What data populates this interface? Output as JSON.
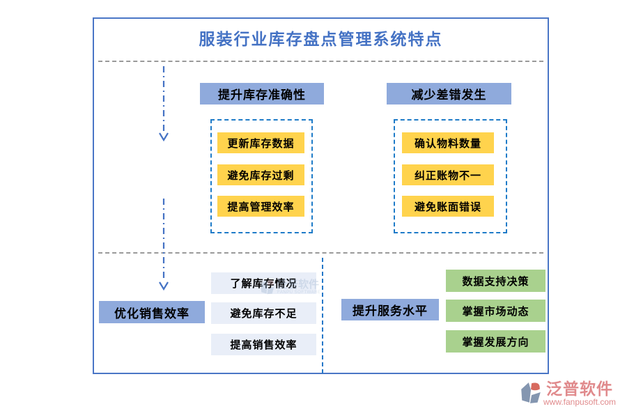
{
  "title": "服装行业库存盘点管理系统特点",
  "sections": {
    "top": {
      "groups": [
        {
          "header": "提升库存准确性",
          "items": [
            "更新库存数据",
            "避免库存过剩",
            "提高管理效率"
          ]
        },
        {
          "header": "减少差错发生",
          "items": [
            "确认物料数量",
            "纠正账物不一",
            "避免账面错误"
          ]
        }
      ]
    },
    "bottom": {
      "groups": [
        {
          "header": "优化销售效率",
          "items": [
            "了解库存情况",
            "避免库存不足",
            "提高销售效率"
          ]
        },
        {
          "header": "提升服务水平",
          "items": [
            "数据支持决策",
            "掌握市场动态",
            "掌握发展方向"
          ]
        }
      ]
    }
  },
  "watermark": {
    "text": "泛普软件",
    "subtext": "FANPU SOFTWARE"
  },
  "logo": {
    "name": "泛普软件",
    "url": "www.fanpusoft.com"
  },
  "colors": {
    "title_blue": "#4472c4",
    "frame_border": "#4a76c6",
    "header_fill": "#8faadc",
    "yellow_fill": "#ffd34d",
    "green_fill": "#a9d18e",
    "light_fill": "#e9eef8",
    "dashed_blue": "#1e7bc8",
    "dashed_gray": "#9a9a9a",
    "logo_salmon": "#e08a8c"
  }
}
